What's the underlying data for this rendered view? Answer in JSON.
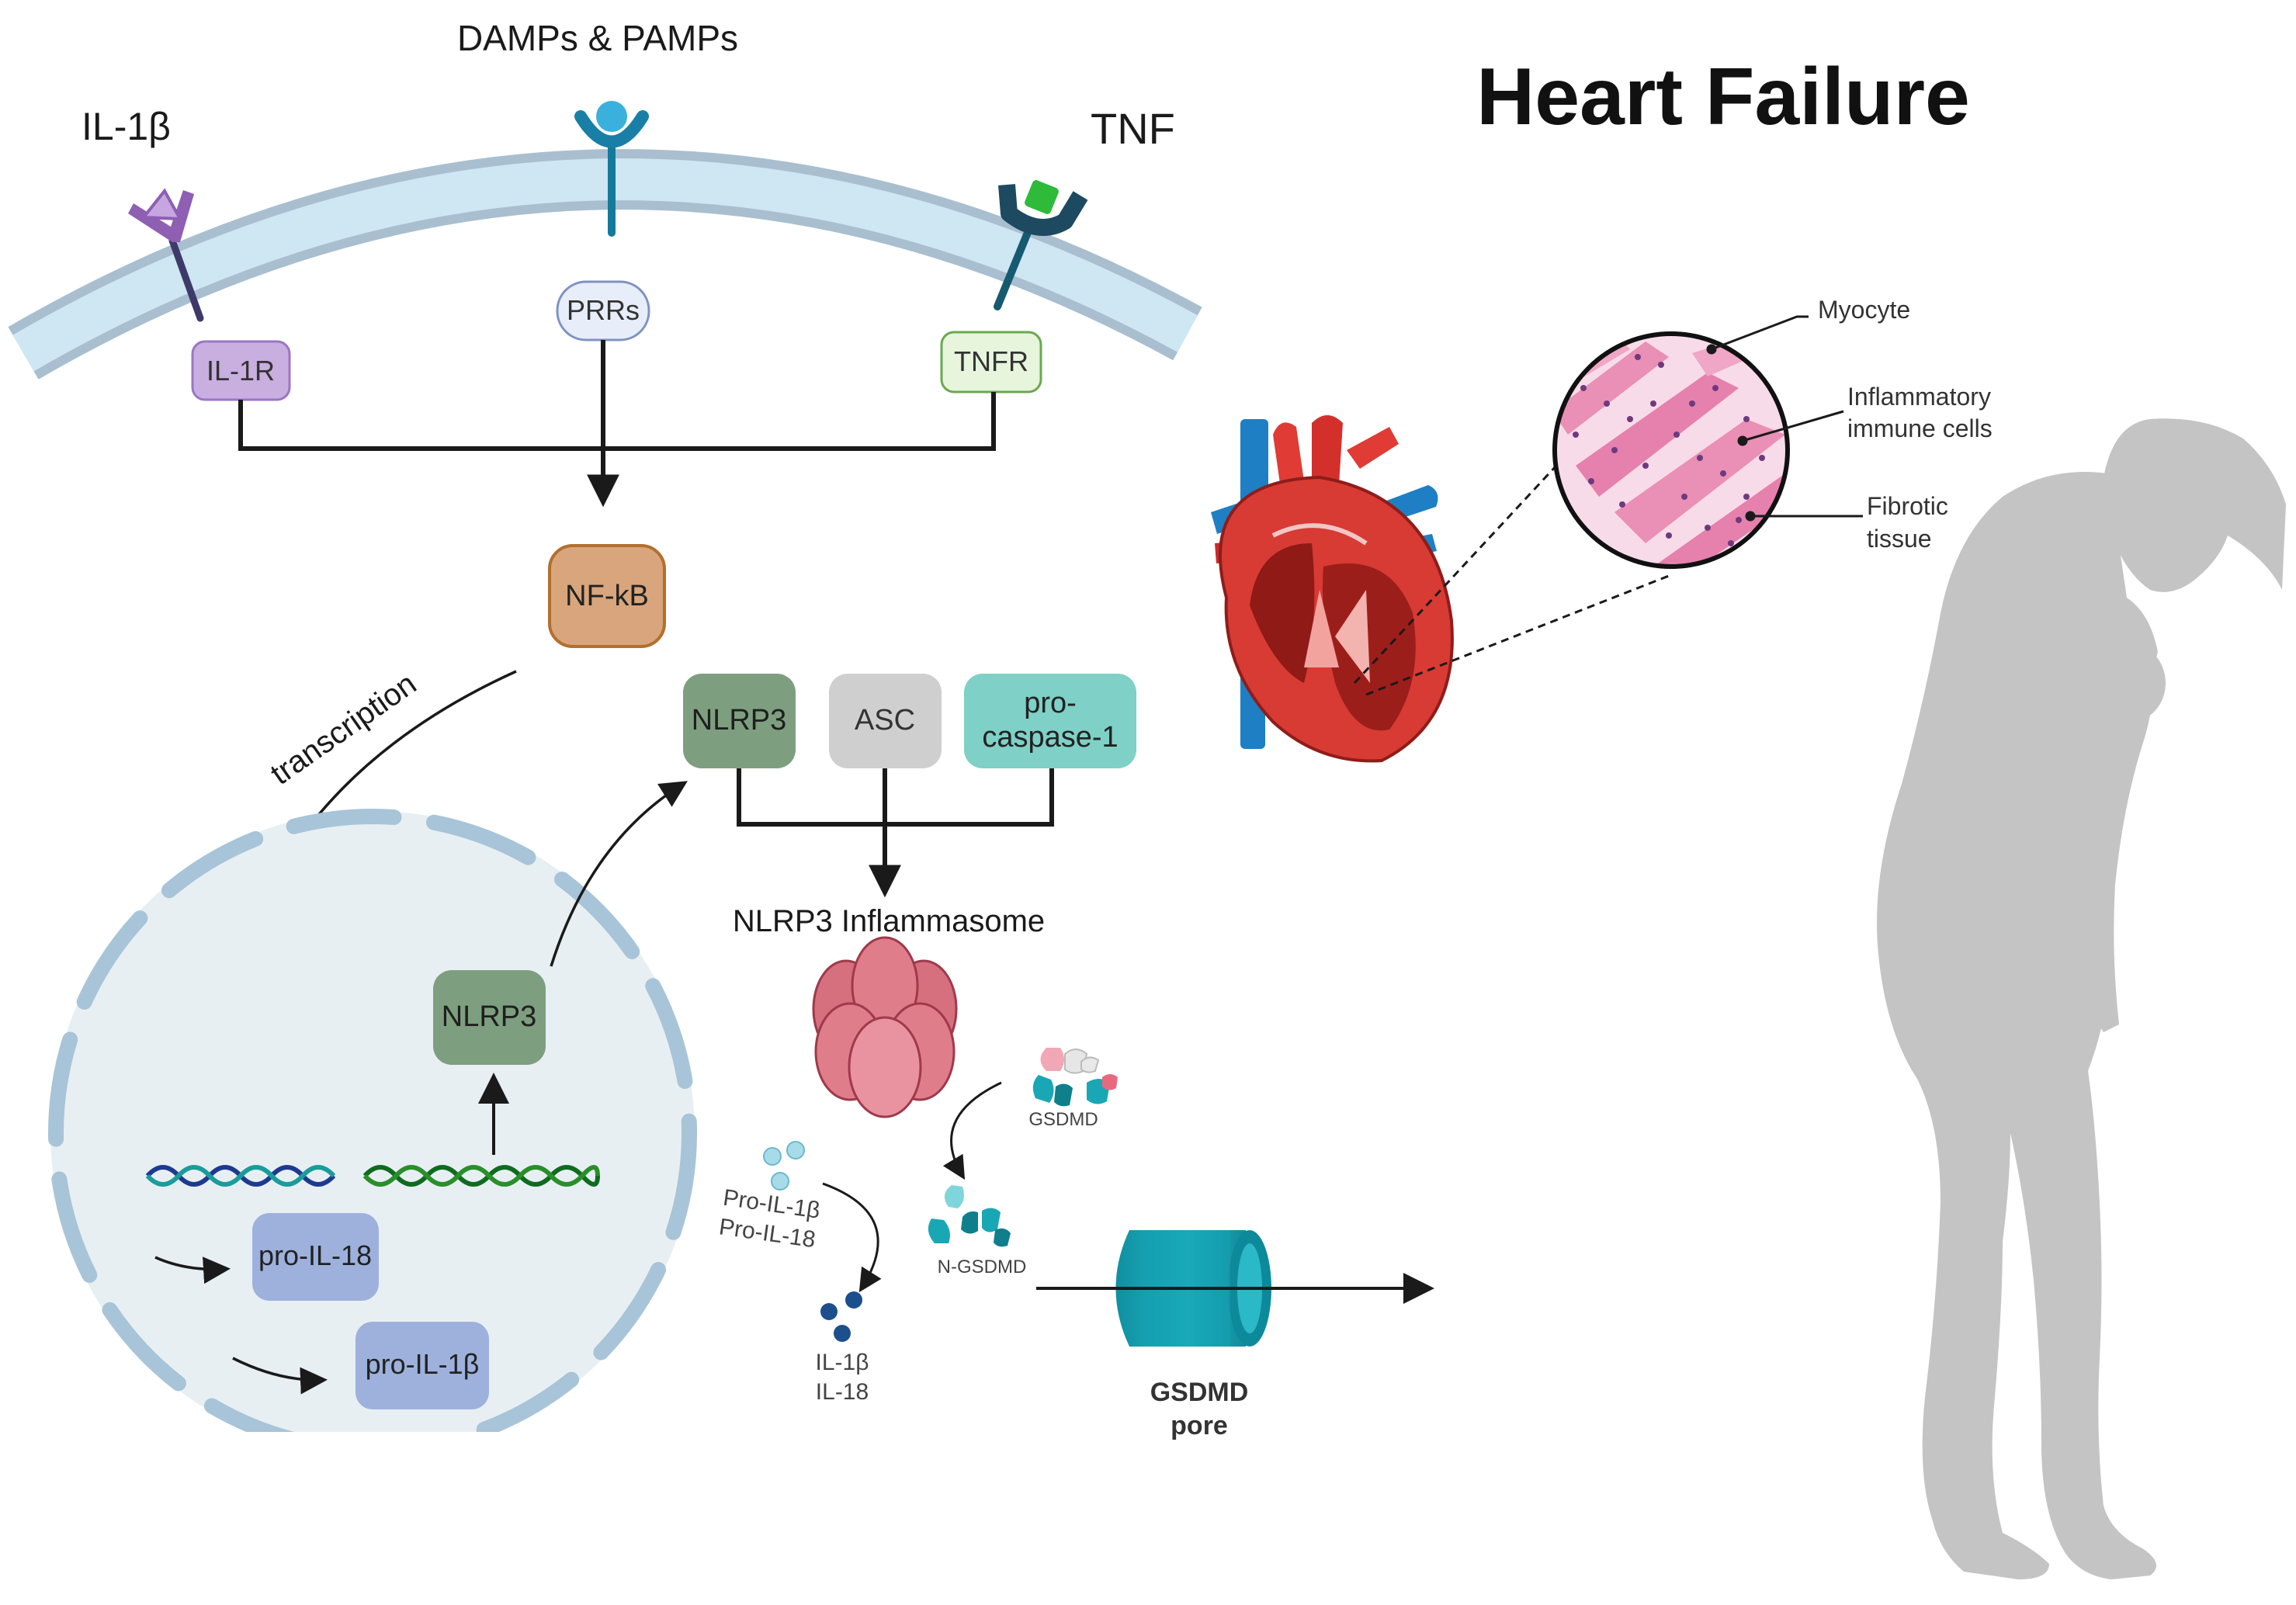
{
  "title": "Heart Failure",
  "ligands": {
    "il1b": "IL-1β",
    "damps": "DAMPs & PAMPs",
    "tnf": "TNF"
  },
  "receptors": {
    "il1r": "IL-1R",
    "prrs": "PRRs",
    "tnfr": "TNFR"
  },
  "nfkb": "NF-kB",
  "transcription": "transcription",
  "inflammasome_parts": {
    "nlrp3": "NLRP3",
    "asc": "ASC",
    "procasp_line1": "pro-",
    "procasp_line2": "caspase-1"
  },
  "inflammasome_label": "NLRP3 Inflammasome",
  "nucleus": {
    "nlrp3": "NLRP3",
    "pro_il18": "pro-IL-18",
    "pro_il1b": "pro-IL-1β"
  },
  "cleavage": {
    "pro_il1b": "Pro-IL-1β",
    "pro_il18": "Pro-IL-18",
    "il1b": "IL-1β",
    "il18": "IL-18"
  },
  "gsdmd": {
    "gsdmd": "GSDMD",
    "ngsdmd": "N-GSDMD",
    "pore_line1": "GSDMD",
    "pore_line2": "pore"
  },
  "histology": {
    "myocyte": "Myocyte",
    "inflam_line1": "Inflammatory",
    "inflam_line2": "immune cells",
    "fibrotic_line1": "Fibrotic",
    "fibrotic_line2": "tissue"
  },
  "colors": {
    "membrane": "#cfe6f3",
    "membrane_edge": "#a9bfd0",
    "il1r_fill": "#c9aee0",
    "prrs_fill": "#e8eef9",
    "tnfr_fill": "#e6f5dc",
    "nfkb_fill": "#d9a57c",
    "nlrp3_fill": "#7e9f7f",
    "asc_fill": "#cfcfcf",
    "procasp_fill": "#7fd0c6",
    "pro_il_fill": "#9db1dc",
    "nucleus_fill": "#e8eff3",
    "figure_fill": "#c4c4c4"
  }
}
